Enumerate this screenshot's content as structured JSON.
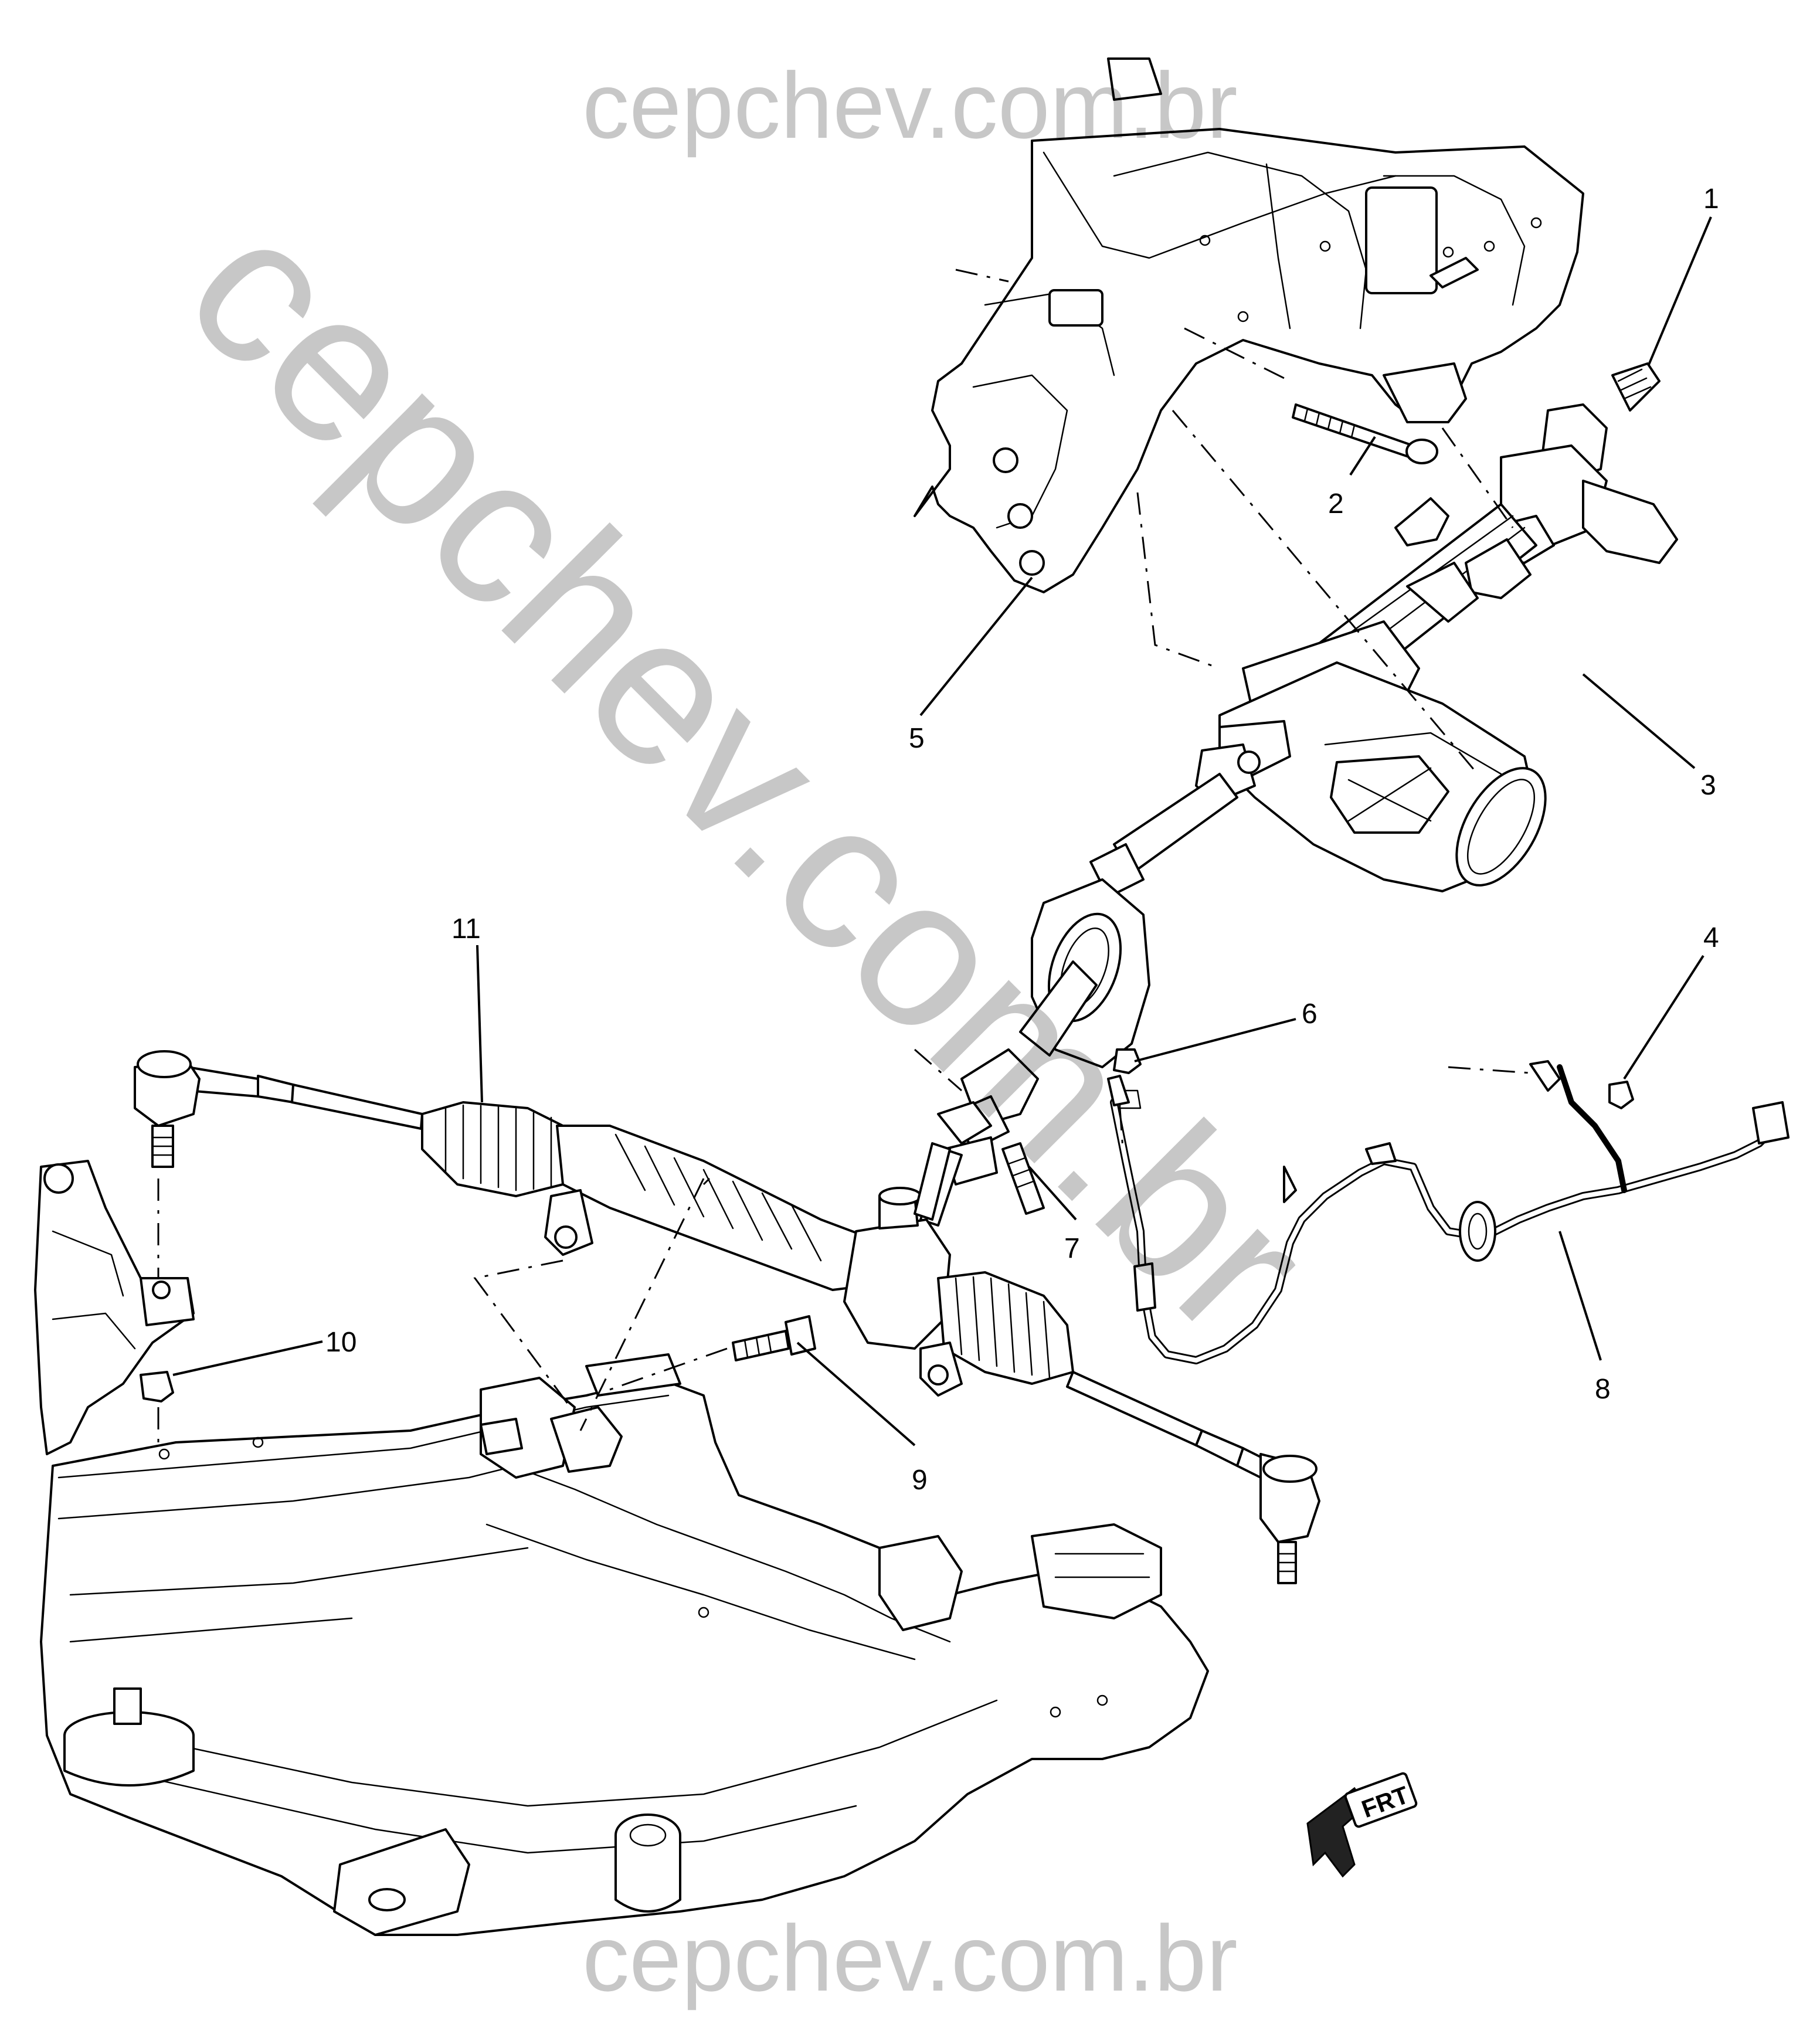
{
  "watermark": {
    "top": "cepchev.com.br",
    "bottom": "cepchev.com.br",
    "diagonal": "cepchev.com.br"
  },
  "callouts": [
    "1",
    "2",
    "3",
    "4",
    "5",
    "6",
    "7",
    "8",
    "9",
    "10",
    "11"
  ],
  "orientation_label": "FRT"
}
